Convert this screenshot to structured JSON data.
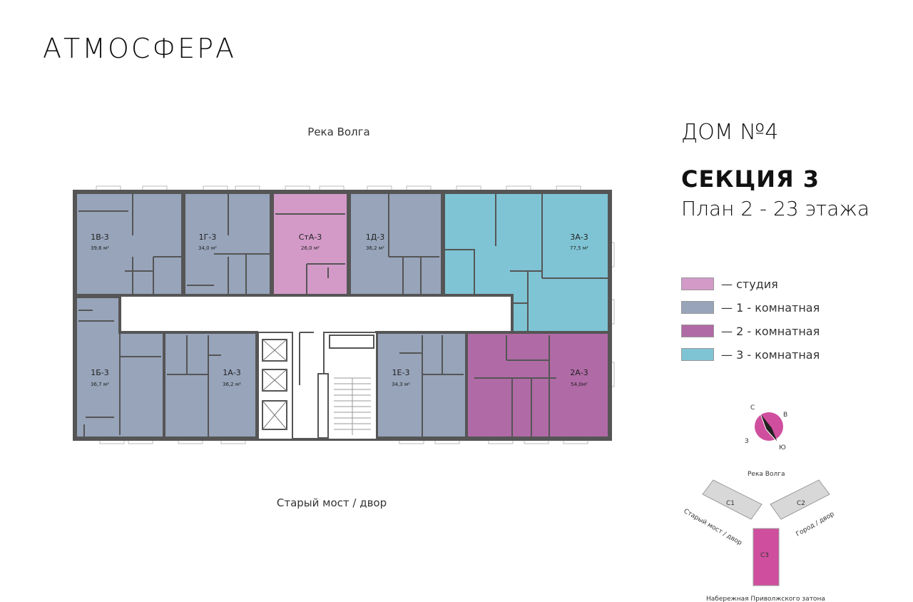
{
  "brand": "АТМОСФЕРА",
  "plan": {
    "north_label": "Река Волга",
    "south_label": "Старый мост / двор"
  },
  "info": {
    "house": "ДОМ №4",
    "section": "СЕКЦИЯ 3",
    "floors": "План 2 - 23 этажа"
  },
  "legend": [
    {
      "label": "— студия",
      "color": "#d39ac8"
    },
    {
      "label": "— 1 - комнатная",
      "color": "#97a4ba"
    },
    {
      "label": "— 2 - комнатная",
      "color": "#b06aa6"
    },
    {
      "label": "— 3 - комнатная",
      "color": "#7fc4d4"
    }
  ],
  "units": [
    {
      "id": "1В-3",
      "area": "39,6 м²"
    },
    {
      "id": "1Г-3",
      "area": "34,0 м²"
    },
    {
      "id": "СтА-3",
      "area": "26,0 м²"
    },
    {
      "id": "1Д-3",
      "area": "36,2 м²"
    },
    {
      "id": "3А-3",
      "area": "77,5 м²"
    },
    {
      "id": "1Б-3",
      "area": "36,7 м²"
    },
    {
      "id": "1А-3",
      "area": "36,2 м²"
    },
    {
      "id": "1Е-3",
      "area": "34,3 м²"
    },
    {
      "id": "2А-3",
      "area": "54,0м²"
    }
  ],
  "compass": {
    "n": "С",
    "e": "В",
    "s": "Ю",
    "w": "З"
  },
  "site": {
    "north": "Река Волга",
    "c1": "С1",
    "c2": "С2",
    "c3": "С3",
    "left": "Старый мост / двор",
    "right": "Город / двор",
    "bottom": "Набережная Приволжского затона"
  }
}
